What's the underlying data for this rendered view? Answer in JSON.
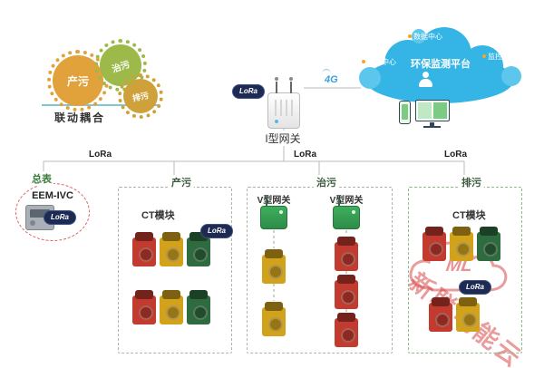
{
  "colors": {
    "cloud_blue": "#35b5e5",
    "lora_navy": "#1d2a52",
    "gear_orange": "#e2a23b",
    "gear_green": "#9cb94a",
    "gear_yellow": "#cfa13a",
    "module_red": "#c23b2e",
    "module_yellow": "#d1a21a",
    "module_green": "#2e6b3e",
    "gateway_green": "#2e8c49",
    "watermark_red": "#d63a3a"
  },
  "gears": {
    "items": [
      {
        "label": "产污"
      },
      {
        "label": "治污"
      },
      {
        "label": "排污"
      }
    ],
    "caption": "联动耦合"
  },
  "gateway": {
    "label": "I型网关",
    "lora": "LoRa",
    "signal": "4G"
  },
  "cloud": {
    "title": "环保监测平台",
    "badges": [
      {
        "label": "数据中心"
      },
      {
        "label": "运维中心"
      },
      {
        "label": "监控中心"
      }
    ]
  },
  "meter": {
    "title": "总表",
    "model": "EEM-IVC",
    "lora": "LoRa"
  },
  "bus": {
    "labels": [
      "LoRa",
      "LoRa",
      "LoRa"
    ]
  },
  "zones": {
    "chanwu": {
      "title": "产污",
      "module_label": "CT模块",
      "lora": "LoRa"
    },
    "zhiwu": {
      "title": "治污",
      "gateway_left": "V型网关",
      "gateway_right": "V型网关"
    },
    "paiwu": {
      "title": "排污",
      "module_label": "CT模块",
      "lora": "LoRa"
    }
  },
  "watermark": {
    "logo": "ML",
    "text": "新联电能云"
  }
}
